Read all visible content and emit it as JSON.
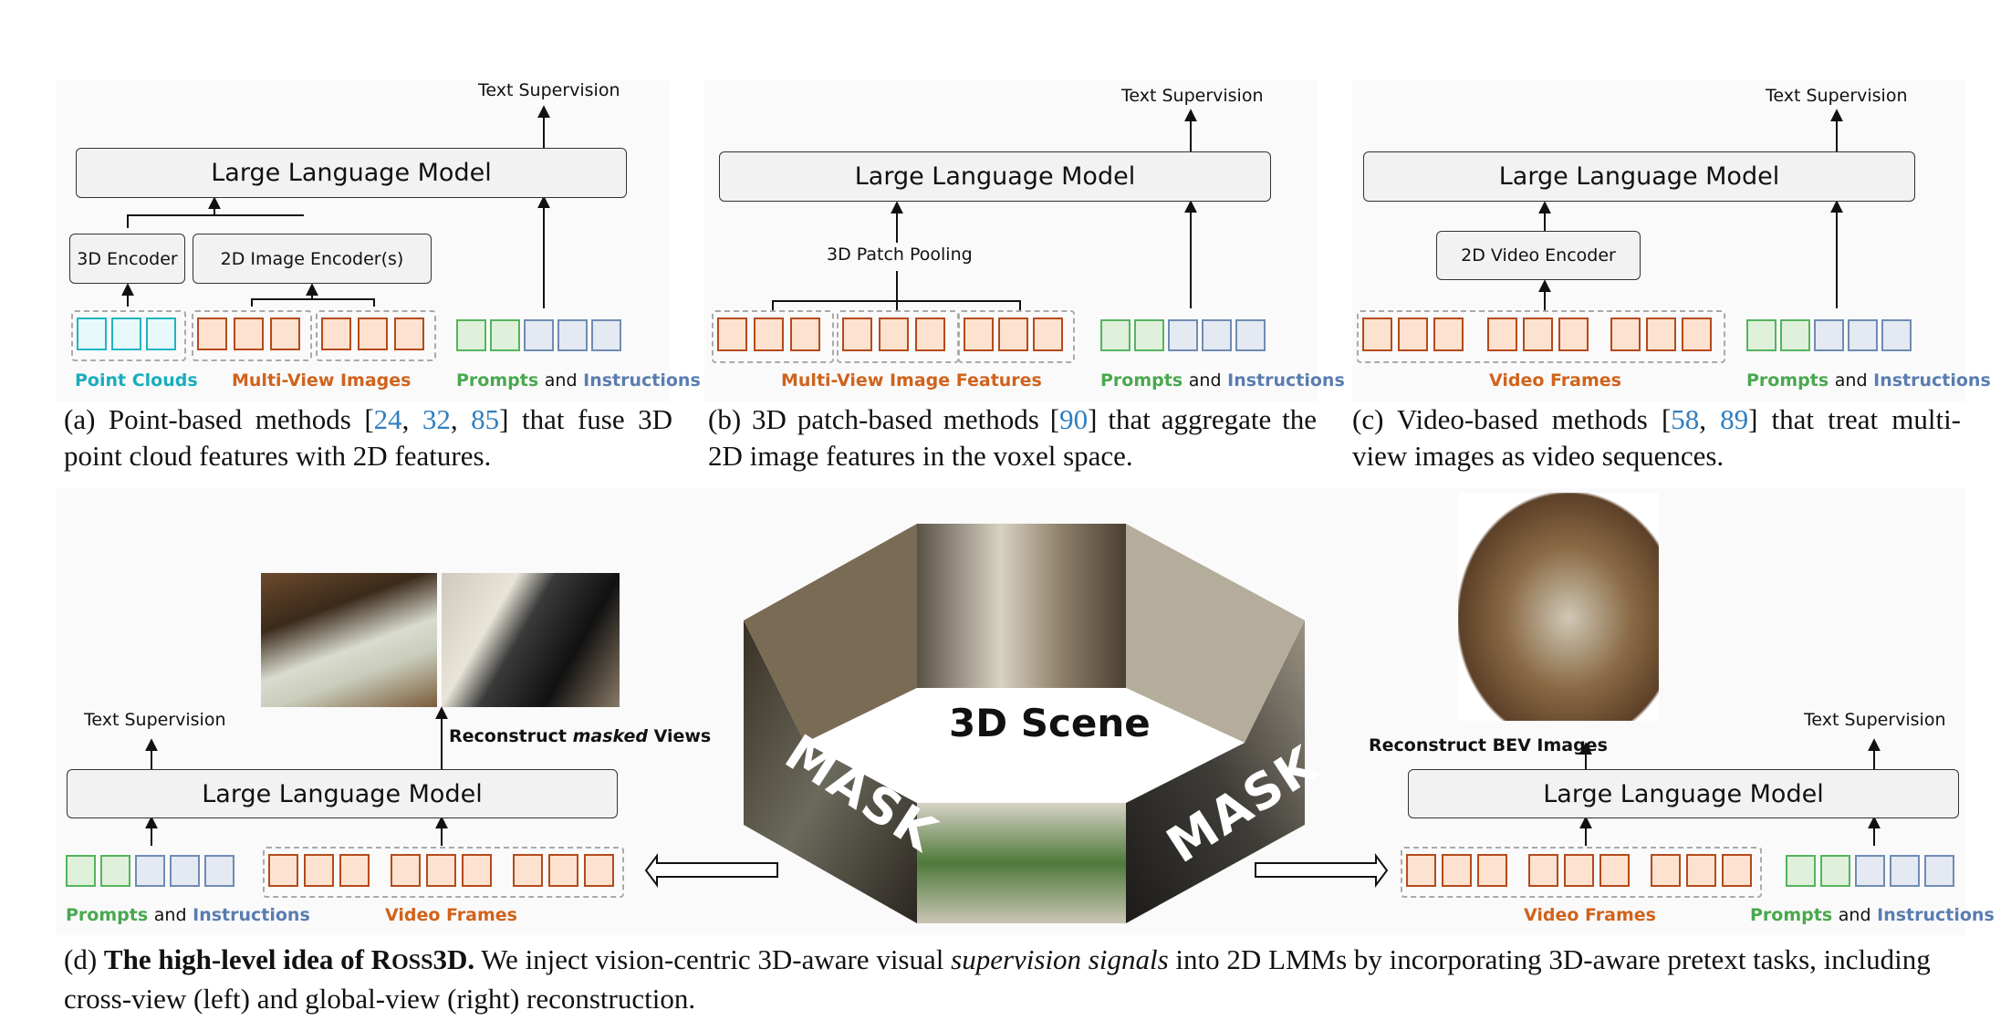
{
  "panel_a": {
    "text_supervision": "Text Supervision",
    "llm": "Large Language Model",
    "encoder_3d": "3D Encoder",
    "encoder_2d": "2D Image Encoder(s)",
    "legend_point_clouds": "Point Clouds",
    "legend_multi_view": "Multi-View Images",
    "legend_prompts": "Prompts",
    "legend_and": "and",
    "legend_instructions": "Instructions",
    "caption_prefix": "(a) Point-based methods [",
    "cite_1": "24",
    "sep_1": ", ",
    "cite_2": "32",
    "sep_2": ", ",
    "cite_3": "85",
    "caption_suffix": "] that fuse 3D point cloud features with 2D features."
  },
  "panel_b": {
    "text_supervision": "Text Supervision",
    "llm": "Large Language Model",
    "patch_pooling": "3D Patch Pooling",
    "legend_multi_view_features": "Multi-View Image Features",
    "legend_prompts": "Prompts",
    "legend_and": "and",
    "legend_instructions": "Instructions",
    "caption_prefix": "(b) 3D patch-based methods [",
    "cite_1": "90",
    "caption_suffix": "] that aggregate the 2D image features in the voxel space."
  },
  "panel_c": {
    "text_supervision": "Text Supervision",
    "llm": "Large Language Model",
    "video_encoder": "2D Video Encoder",
    "legend_video_frames": "Video Frames",
    "legend_prompts": "Prompts",
    "legend_and": "and",
    "legend_instructions": "Instructions",
    "caption_prefix": "(c) Video-based methods [",
    "cite_1": "58",
    "sep_1": ", ",
    "cite_2": "89",
    "caption_suffix": "] that treat multi-view images as video sequences."
  },
  "panel_d": {
    "left_text_supervision": "Text Supervision",
    "left_llm": "Large Language Model",
    "reconstruct_prefix": "Reconstruct ",
    "reconstruct_italic": "masked",
    "reconstruct_suffix": " Views",
    "left_legend_prompts": "Prompts",
    "left_legend_and": "and",
    "left_legend_instructions": "Instructions",
    "left_legend_video_frames": "Video Frames",
    "scene_label": "3D Scene",
    "mask_left": "MASK",
    "mask_right": "MASK",
    "right_text_supervision": "Text Supervision",
    "right_llm": "Large Language Model",
    "reconstruct_bev": "Reconstruct BEV Images",
    "right_legend_video_frames": "Video Frames",
    "right_legend_prompts": "Prompts",
    "right_legend_and": "and",
    "right_legend_instructions": "Instructions",
    "caption_prefix": "(d) ",
    "caption_bold_1": "The high-level idea of R",
    "caption_bold_sc": "OSS",
    "caption_bold_2": "3D.",
    "caption_mid": " We inject vision-centric 3D-aware visual ",
    "caption_italic": "supervision signals",
    "caption_rest": " into 2D LMMs by incorporating 3D-aware pretext tasks, including cross-view (left) and global-view (right) reconstruction."
  },
  "colors": {
    "cyan": "#1fb4c2",
    "orange": "#b54a1c",
    "green": "#55b45e",
    "blue": "#6f8cb3",
    "citation": "#2f7fc1"
  }
}
